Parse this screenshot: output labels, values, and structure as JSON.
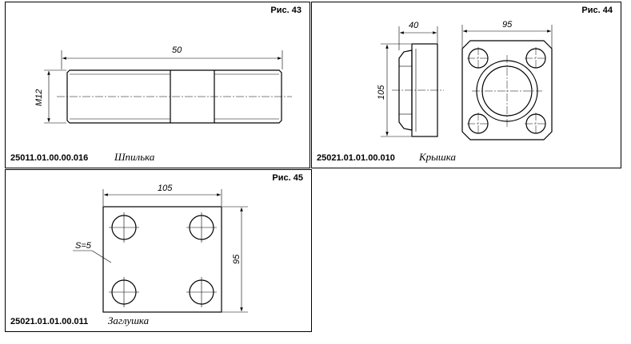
{
  "figures": [
    {
      "number": "Рис. 43",
      "code": "25011.01.00.00.016",
      "name": "Шпилька",
      "dims": {
        "length": "50",
        "thread": "M12"
      }
    },
    {
      "number": "Рис. 44",
      "code": "25021.01.01.00.010",
      "name": "Крышка",
      "dims": {
        "width": "40",
        "side": "95",
        "height": "105"
      }
    },
    {
      "number": "Рис. 45",
      "code": "25021.01.01.00.011",
      "name": "Заглушка",
      "dims": {
        "width": "105",
        "height": "95",
        "thickness": "S=5"
      }
    }
  ]
}
